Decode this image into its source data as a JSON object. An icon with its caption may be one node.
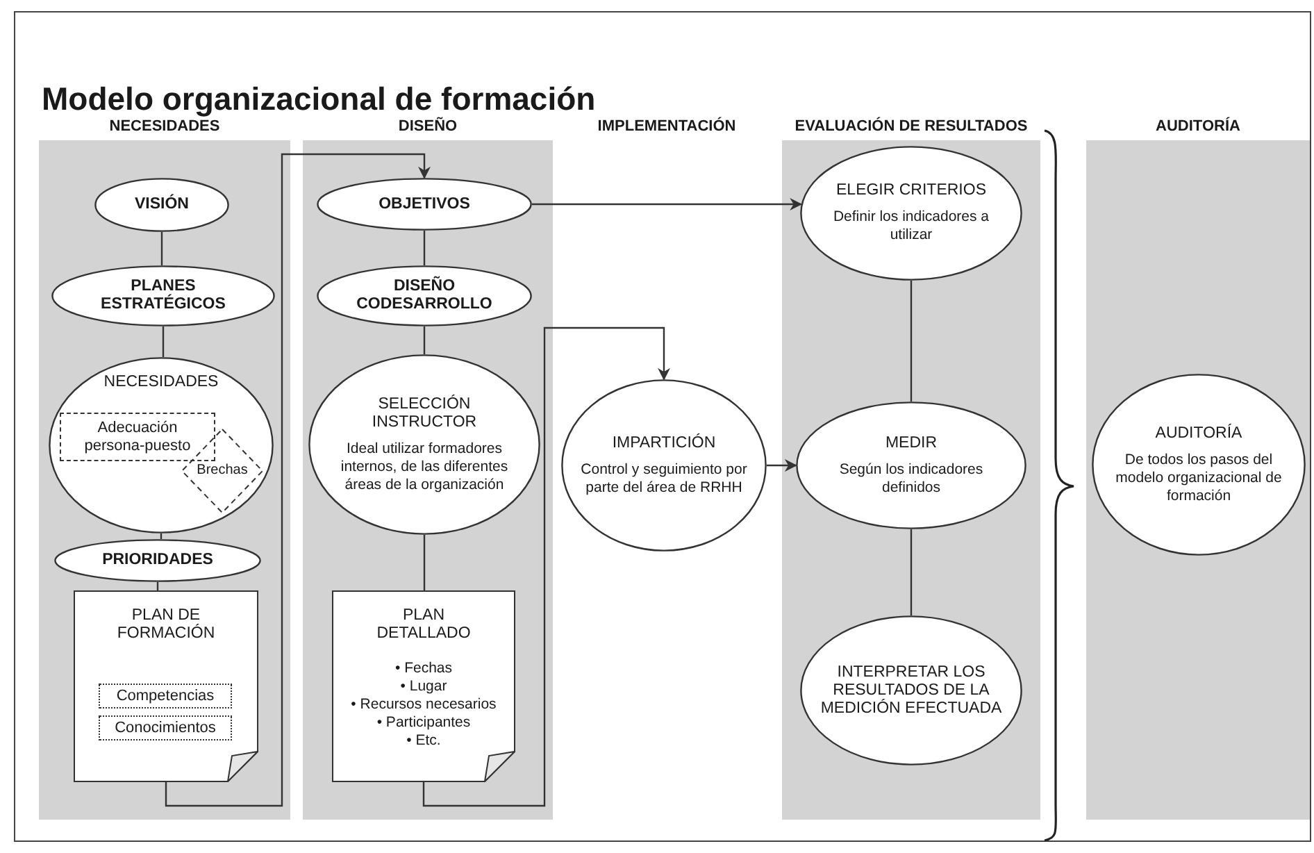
{
  "diagram": {
    "title": "Modelo organizacional de formación",
    "nodes": [
      {
        "text": [
          "NECESIDADES"
        ]
      },
      {
        "text": [
          "VISIÓN"
        ],
        "in": 0
      },
      {
        "text": [
          "PLANES ESTRATÉGICOS"
        ],
        "in": 0
      },
      {
        "text": [
          "NECESIDADES"
        ],
        "in": 0
      },
      {
        "text": [
          "Adecuación persona-puesto"
        ],
        "in": 3
      },
      {
        "text": [
          "Brechas"
        ],
        "in": 3
      },
      {
        "text": [
          "PRIORIDADES"
        ],
        "in": 0
      },
      {
        "text": [
          "PLAN DE FORMACIÓN"
        ],
        "in": 0
      },
      {
        "text": [
          "Competencias"
        ],
        "in": 7
      },
      {
        "text": [
          "Conocimientos"
        ],
        "in": 7
      },
      {
        "text": [
          "DISEÑO"
        ]
      },
      {
        "text": [
          "OBJETIVOS"
        ],
        "in": 10
      },
      {
        "text": [
          "DISEÑO CODESARROLLO"
        ],
        "in": 10
      },
      {
        "text": [
          "SELECCIÓN INSTRUCTOR",
          "Ideal utilizar formadores internos, de las diferentes áreas de la organización"
        ],
        "in": 10
      },
      {
        "text": [
          "PLAN DETALLADO",
          "• Fechas",
          "• Lugar",
          "• Recursos necesarios",
          "• Participantes",
          "• Etc."
        ],
        "in": 10
      },
      {
        "text": [
          "IMPARTICIÓN",
          "Control y seguimiento por parte del área de RRHH"
        ]
      },
      {
        "text": [
          "EVALUACIÓN DE RESULTADOS"
        ]
      },
      {
        "text": [
          "ELEGIR CRITERIOS",
          "Definir los indicadores a utilizar"
        ],
        "in": 16
      },
      {
        "text": [
          "MEDIR",
          "Según los indicadores definidos"
        ],
        "in": 16
      },
      {
        "text": [
          "INTERPRETAR LOS RESULTADOS DE LA MEDICIÓN EFECTUADA"
        ],
        "in": 16
      },
      {
        "text": [
          "AUDITORÍA"
        ]
      },
      {
        "text": [
          "AUDITORÍA",
          "De todos los pasos del modelo organizacional de formación"
        ],
        "in": 20
      }
    ],
    "edges": [
      {
        "from": 1,
        "to": 2,
        "arrow": "none"
      },
      {
        "from": 2,
        "to": 3,
        "arrow": "none"
      },
      {
        "from": 3,
        "to": 6,
        "arrow": "none"
      },
      {
        "from": 6,
        "to": 7,
        "arrow": "none"
      },
      {
        "from": 7,
        "to": 11,
        "arrow": "to"
      },
      {
        "from": 11,
        "to": 12,
        "arrow": "none"
      },
      {
        "from": 12,
        "to": 13,
        "arrow": "none"
      },
      {
        "from": 13,
        "to": 14,
        "arrow": "none"
      },
      {
        "from": 14,
        "to": 15,
        "arrow": "to"
      },
      {
        "from": 11,
        "to": 17,
        "arrow": "to"
      },
      {
        "from": 15,
        "to": 18,
        "arrow": "to"
      },
      {
        "from": 17,
        "to": 18,
        "arrow": "none"
      },
      {
        "from": 18,
        "to": 19,
        "arrow": "none"
      }
    ],
    "labels": [
      "IMPLEMENTACIÓN"
    ]
  }
}
